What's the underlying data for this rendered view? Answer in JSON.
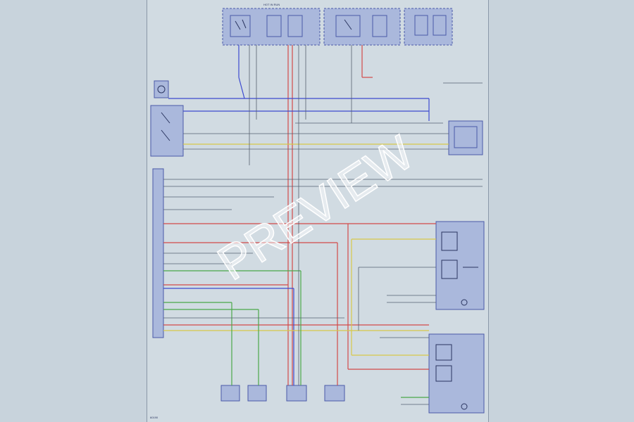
{
  "diagram": {
    "fuse_box_header": "HOT IN RUN",
    "watermark": "PREVIEW",
    "page_number": "60190"
  },
  "colors": {
    "background": "#c8d3dc",
    "sheet": "#d1dbe2",
    "component_fill": "#aab8dc",
    "component_border": "#4a5aa8",
    "wire_red": "#d24a4a",
    "wire_blue": "#3c4ad0",
    "wire_yellow": "#d8c84a",
    "wire_green": "#4aa84a",
    "wire_gray": "#556070",
    "wire_orange": "#c8642a",
    "watermark": "#ffffff"
  }
}
